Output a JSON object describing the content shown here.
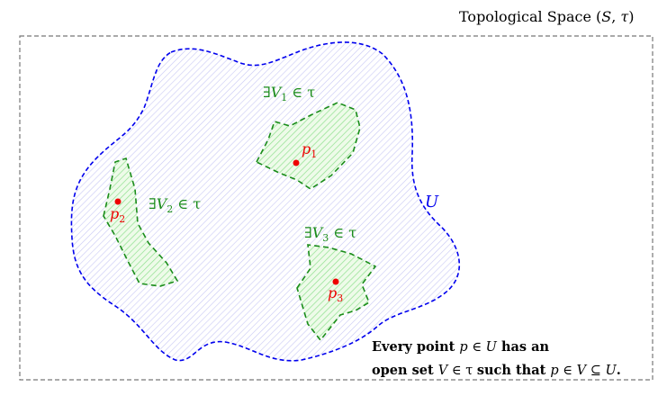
{
  "title": {
    "prefix": "Topological Space (",
    "S": "S",
    "comma": ", ",
    "tau": "τ",
    "suffix": ")"
  },
  "set_U": {
    "label": "U",
    "color": "#0000ee"
  },
  "open_sets": [
    {
      "exists": "∃",
      "V": "V",
      "sub": "1",
      "in_tau": " ∈ τ",
      "point": "p",
      "point_sub": "1"
    },
    {
      "exists": "∃",
      "V": "V",
      "sub": "2",
      "in_tau": " ∈ τ",
      "point": "p",
      "point_sub": "2"
    },
    {
      "exists": "∃",
      "V": "V",
      "sub": "3",
      "in_tau": " ∈ τ",
      "point": "p",
      "point_sub": "3"
    }
  ],
  "caption": {
    "line1_a": "Every point ",
    "line1_p": "p",
    "line1_in": " ∈ ",
    "line1_U": "U",
    "line1_b": " has an",
    "line2_a": "open set ",
    "line2_V": "V",
    "line2_in": " ∈ τ ",
    "line2_b": "such that ",
    "line2_p": "p",
    "line2_in2": " ∈ ",
    "line2_V2": "V",
    "line2_sub": " ⊆ ",
    "line2_U": "U",
    "line2_end": "."
  },
  "colors": {
    "green": "#1a8c1a",
    "red": "#ee0000",
    "frame": "#777777"
  }
}
